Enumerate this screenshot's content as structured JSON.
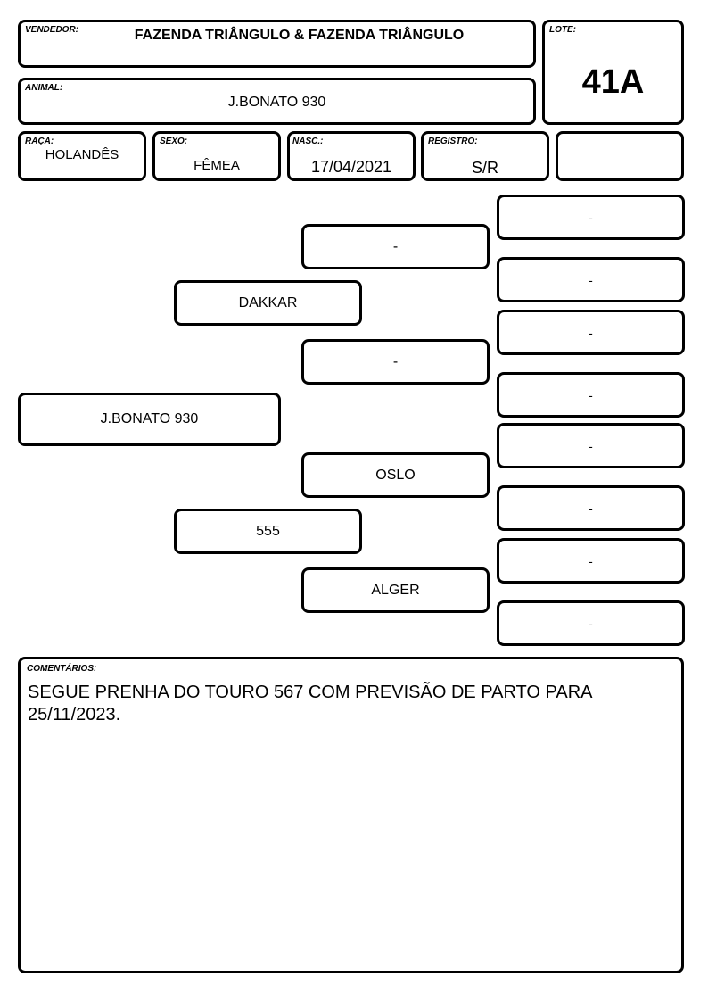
{
  "header": {
    "seller_label": "VENDEDOR:",
    "seller_value": "FAZENDA TRIÂNGULO & FAZENDA TRIÂNGULO",
    "lot_label": "LOTE:",
    "lot_value": "41A",
    "animal_label": "ANIMAL:",
    "animal_value": "J.BONATO 930"
  },
  "info": {
    "breed_label": "RAÇA:",
    "breed_value": "HOLANDÊS",
    "sex_label": "SEXO:",
    "sex_value": "FÊMEA",
    "birth_label": "NASC.:",
    "birth_value": "17/04/2021",
    "registry_label": "REGISTRO:",
    "registry_value": "S/R",
    "extra_value": ""
  },
  "pedigree": {
    "animal": "J.BONATO 930",
    "sire": "DAKKAR",
    "dam": "555",
    "sire_sire": "-",
    "sire_dam": "-",
    "dam_sire": "OSLO",
    "dam_dam": "ALGER",
    "great_grandparents": [
      "-",
      "-",
      "-",
      "-",
      "-",
      "-",
      "-",
      "-"
    ]
  },
  "comments": {
    "label": "COMENTÁRIOS:",
    "text": "SEGUE PRENHA DO TOURO 567 COM PREVISÃO DE PARTO PARA 25/11/2023."
  }
}
